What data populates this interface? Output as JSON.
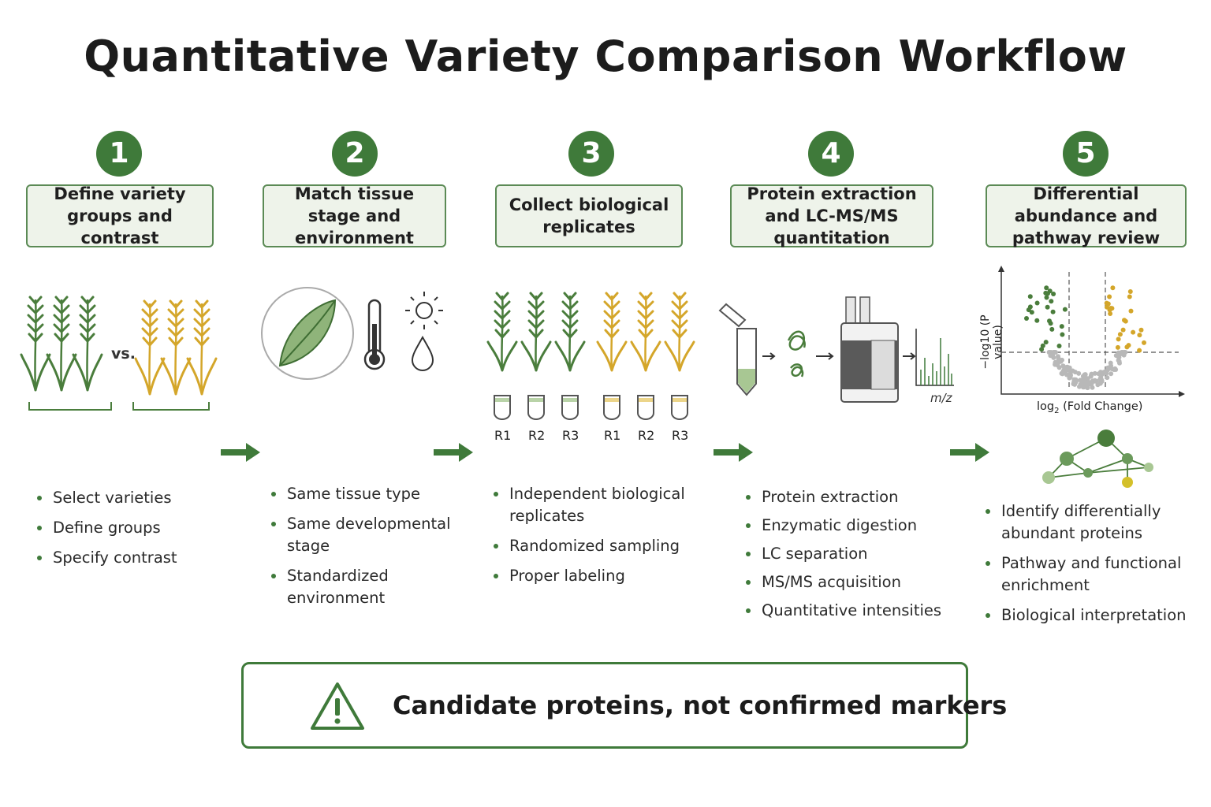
{
  "title": "Quantitative Variety Comparison Workflow",
  "colors": {
    "accent_green": "#3f7a3a",
    "plant_green": "#4a7d3c",
    "plant_gold": "#d4a62a",
    "box_fill": "#eef3ea"
  },
  "steps": [
    {
      "number": "1",
      "label": "Define variety groups and contrast",
      "bullets": [
        "Select varieties",
        "Define groups",
        "Specify contrast"
      ]
    },
    {
      "number": "2",
      "label": "Match tissue stage and environment",
      "bullets": [
        "Same tissue type",
        "Same developmental stage",
        "Standardized environment"
      ]
    },
    {
      "number": "3",
      "label": "Collect biological replicates",
      "bullets": [
        "Independent biological replicates",
        "Randomized sampling",
        "Proper labeling"
      ]
    },
    {
      "number": "4",
      "label": "Protein extraction and LC-MS/MS quantitation",
      "bullets": [
        "Protein extraction",
        "Enzymatic digestion",
        "LC separation",
        "MS/MS acquisition",
        "Quantitative intensities"
      ]
    },
    {
      "number": "5",
      "label": "Differential abundance and pathway review",
      "bullets": [
        "Identify differentially abundant proteins",
        "Pathway and functional enrichment",
        "Biological interpretation"
      ]
    }
  ],
  "step1_vs": "vs.",
  "replicates": [
    "R1",
    "R2",
    "R3",
    "R1",
    "R2",
    "R3"
  ],
  "spectrum_label": "m/z",
  "volcano": {
    "xlabel_prefix": "log",
    "xlabel_sub": "2",
    "xlabel_suffix": " (Fold Change)",
    "ylabel": "−log10 (P value)"
  },
  "icons": [
    "plant-icon",
    "leaf-icon",
    "thermometer-icon",
    "sun-icon",
    "water-drop-icon",
    "tube-icon",
    "protein-icon",
    "mass-spectrometer-icon",
    "spectrum-icon",
    "volcano-plot-icon",
    "network-icon",
    "warning-icon"
  ],
  "warning": {
    "text": "Candidate proteins, not confirmed markers"
  }
}
